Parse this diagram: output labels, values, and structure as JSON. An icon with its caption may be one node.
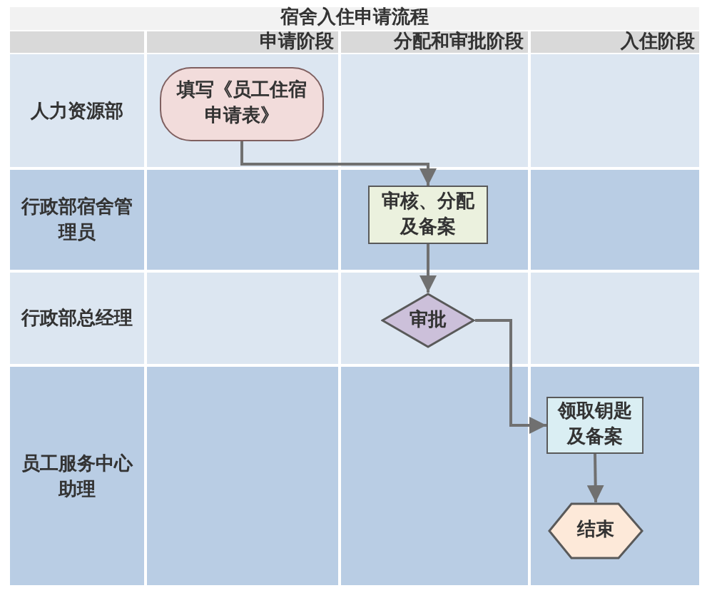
{
  "diagram": {
    "title": "宿舍入住申请流程",
    "nodes": [
      {
        "text": [
          "人力资源部"
        ]
      },
      {
        "text": [
          "行政部宿舍管理员"
        ]
      },
      {
        "text": [
          "行政部总经理"
        ]
      },
      {
        "text": [
          "员工服务中心助理"
        ]
      },
      {
        "text": [
          "填写《员工住宿申请表》"
        ],
        "in": 0
      },
      {
        "text": [
          "审核、分配及备案"
        ],
        "in": 1
      },
      {
        "text": [
          "审批"
        ],
        "in": 2
      },
      {
        "text": [
          "领取钥匙及备案"
        ],
        "in": 3
      },
      {
        "text": [
          "结束"
        ],
        "in": 3
      }
    ],
    "edges": [
      {
        "from": 4,
        "to": 5,
        "arrow": "to"
      },
      {
        "from": 5,
        "to": 6,
        "arrow": "to"
      },
      {
        "from": 6,
        "to": 7,
        "arrow": "to"
      },
      {
        "from": 7,
        "to": 8,
        "arrow": "to"
      }
    ],
    "labels": [
      "申请阶段",
      "分配和审批阶段",
      "入住阶段"
    ]
  }
}
